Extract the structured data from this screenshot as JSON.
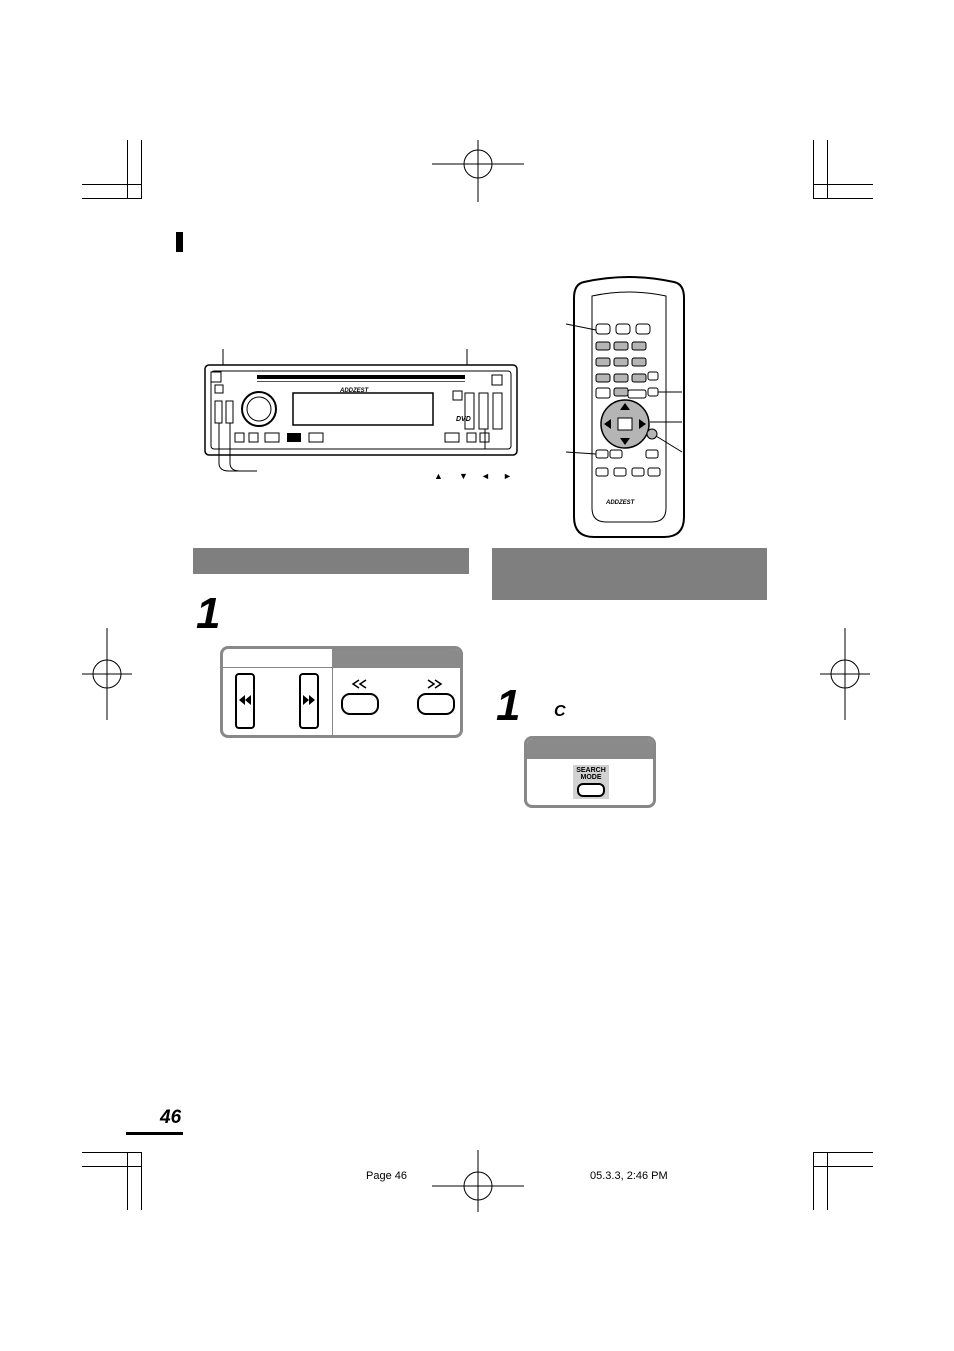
{
  "footer": {
    "page_number": "46",
    "page_label": "Page 46",
    "timestamp": "05.3.3, 2:46 PM"
  },
  "steps": {
    "left": {
      "number": "1"
    },
    "right": {
      "number": "1",
      "letter": "C"
    }
  },
  "search_panel": {
    "button_label_line1": "SEARCH",
    "button_label_line2": "MODE"
  },
  "direction_symbols": [
    "▲",
    "▼",
    "◄",
    "►"
  ],
  "device": {
    "brand": "ADDZEST",
    "disc_label": "DVD"
  },
  "remote": {
    "brand": "ADDZEST"
  },
  "colors": {
    "section_bar": "#7f7f7f",
    "panel_border": "#888888",
    "panel_header": "#8a8a8a",
    "button_fill": "#b5b5b5",
    "remote_body": "#ffffff"
  }
}
